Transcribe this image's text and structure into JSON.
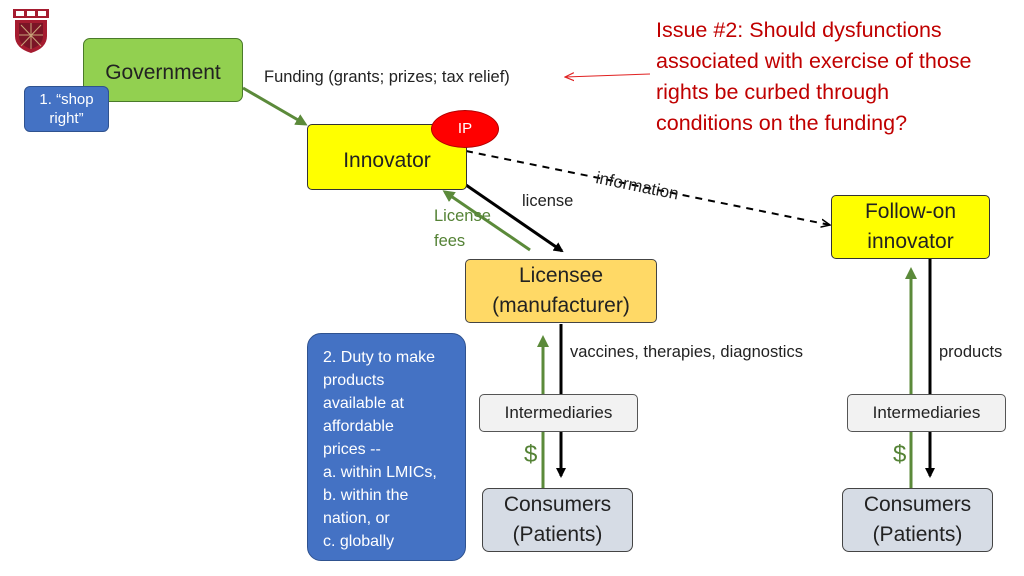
{
  "issue2": {
    "lines": [
      "Issue #2:  Should dysfunctions",
      "associated with exercise of those",
      "rights be curbed through",
      "conditions on the funding?"
    ]
  },
  "government": {
    "label": "Government"
  },
  "shop_right": {
    "lines": [
      "1. “shop",
      "right”"
    ]
  },
  "funding": {
    "label": "Funding (grants; prizes; tax relief)"
  },
  "ip": {
    "label": "IP"
  },
  "innovator": {
    "label": "Innovator"
  },
  "information": {
    "label": "information"
  },
  "license": {
    "label": "license"
  },
  "license_fees": {
    "lines": [
      "License",
      "fees"
    ]
  },
  "follow_on": {
    "lines": [
      "Follow-on",
      "innovator"
    ]
  },
  "licensee": {
    "lines": [
      "Licensee",
      "(manufacturer)"
    ]
  },
  "duty": {
    "lines": [
      "2. Duty to make",
      "products",
      "available at",
      "affordable",
      "prices --",
      "a. within LMICs,",
      "b. within the",
      "nation, or",
      "c. globally"
    ]
  },
  "vaccines": {
    "label": "vaccines, therapies, diagnostics"
  },
  "products": {
    "label": "products"
  },
  "intermediaries_left": {
    "label": "Intermediaries"
  },
  "intermediaries_right": {
    "label": "Intermediaries"
  },
  "dollar_left": {
    "label": "$"
  },
  "dollar_right": {
    "label": "$"
  },
  "consumers_left": {
    "lines": [
      "Consumers",
      "(Patients)"
    ]
  },
  "consumers_right": {
    "lines": [
      "Consumers",
      "(Patients)"
    ]
  },
  "colors": {
    "green_box": "#92d050",
    "yellow_box": "#ffff00",
    "licensee_box": "#ffd966",
    "blue_box": "#4472c4",
    "gray_box": "#d6dce5",
    "ip_red": "#ff0000",
    "issue_text": "#c00000",
    "arrow_green": "#5b8a3a"
  }
}
